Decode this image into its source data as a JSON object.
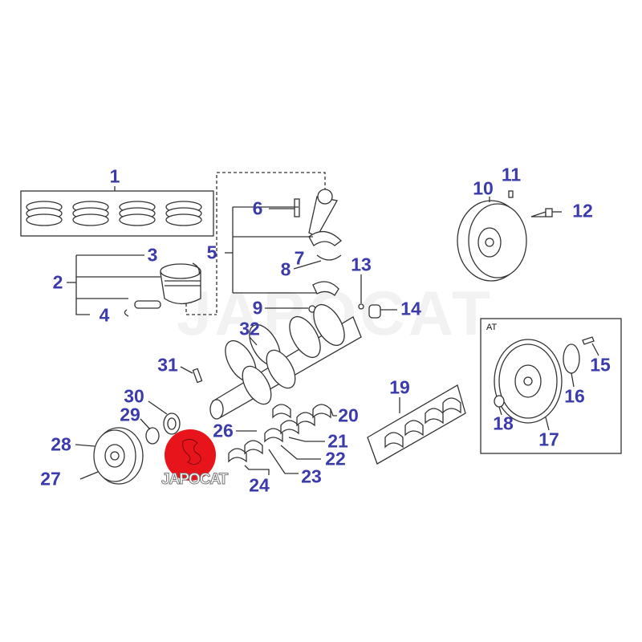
{
  "callouts": [
    "1",
    "2",
    "3",
    "4",
    "5",
    "6",
    "7",
    "8",
    "9",
    "10",
    "11",
    "12",
    "13",
    "14",
    "15",
    "16",
    "17",
    "18",
    "19",
    "20",
    "21",
    "22",
    "23",
    "24",
    "26",
    "27",
    "28",
    "29",
    "30",
    "31",
    "32"
  ],
  "section_label": "AT",
  "watermark": "JAPOCAT",
  "logo_text": "JAPOCAT",
  "colors": {
    "callout": "#3b3bab",
    "logo": "#e8141b"
  }
}
